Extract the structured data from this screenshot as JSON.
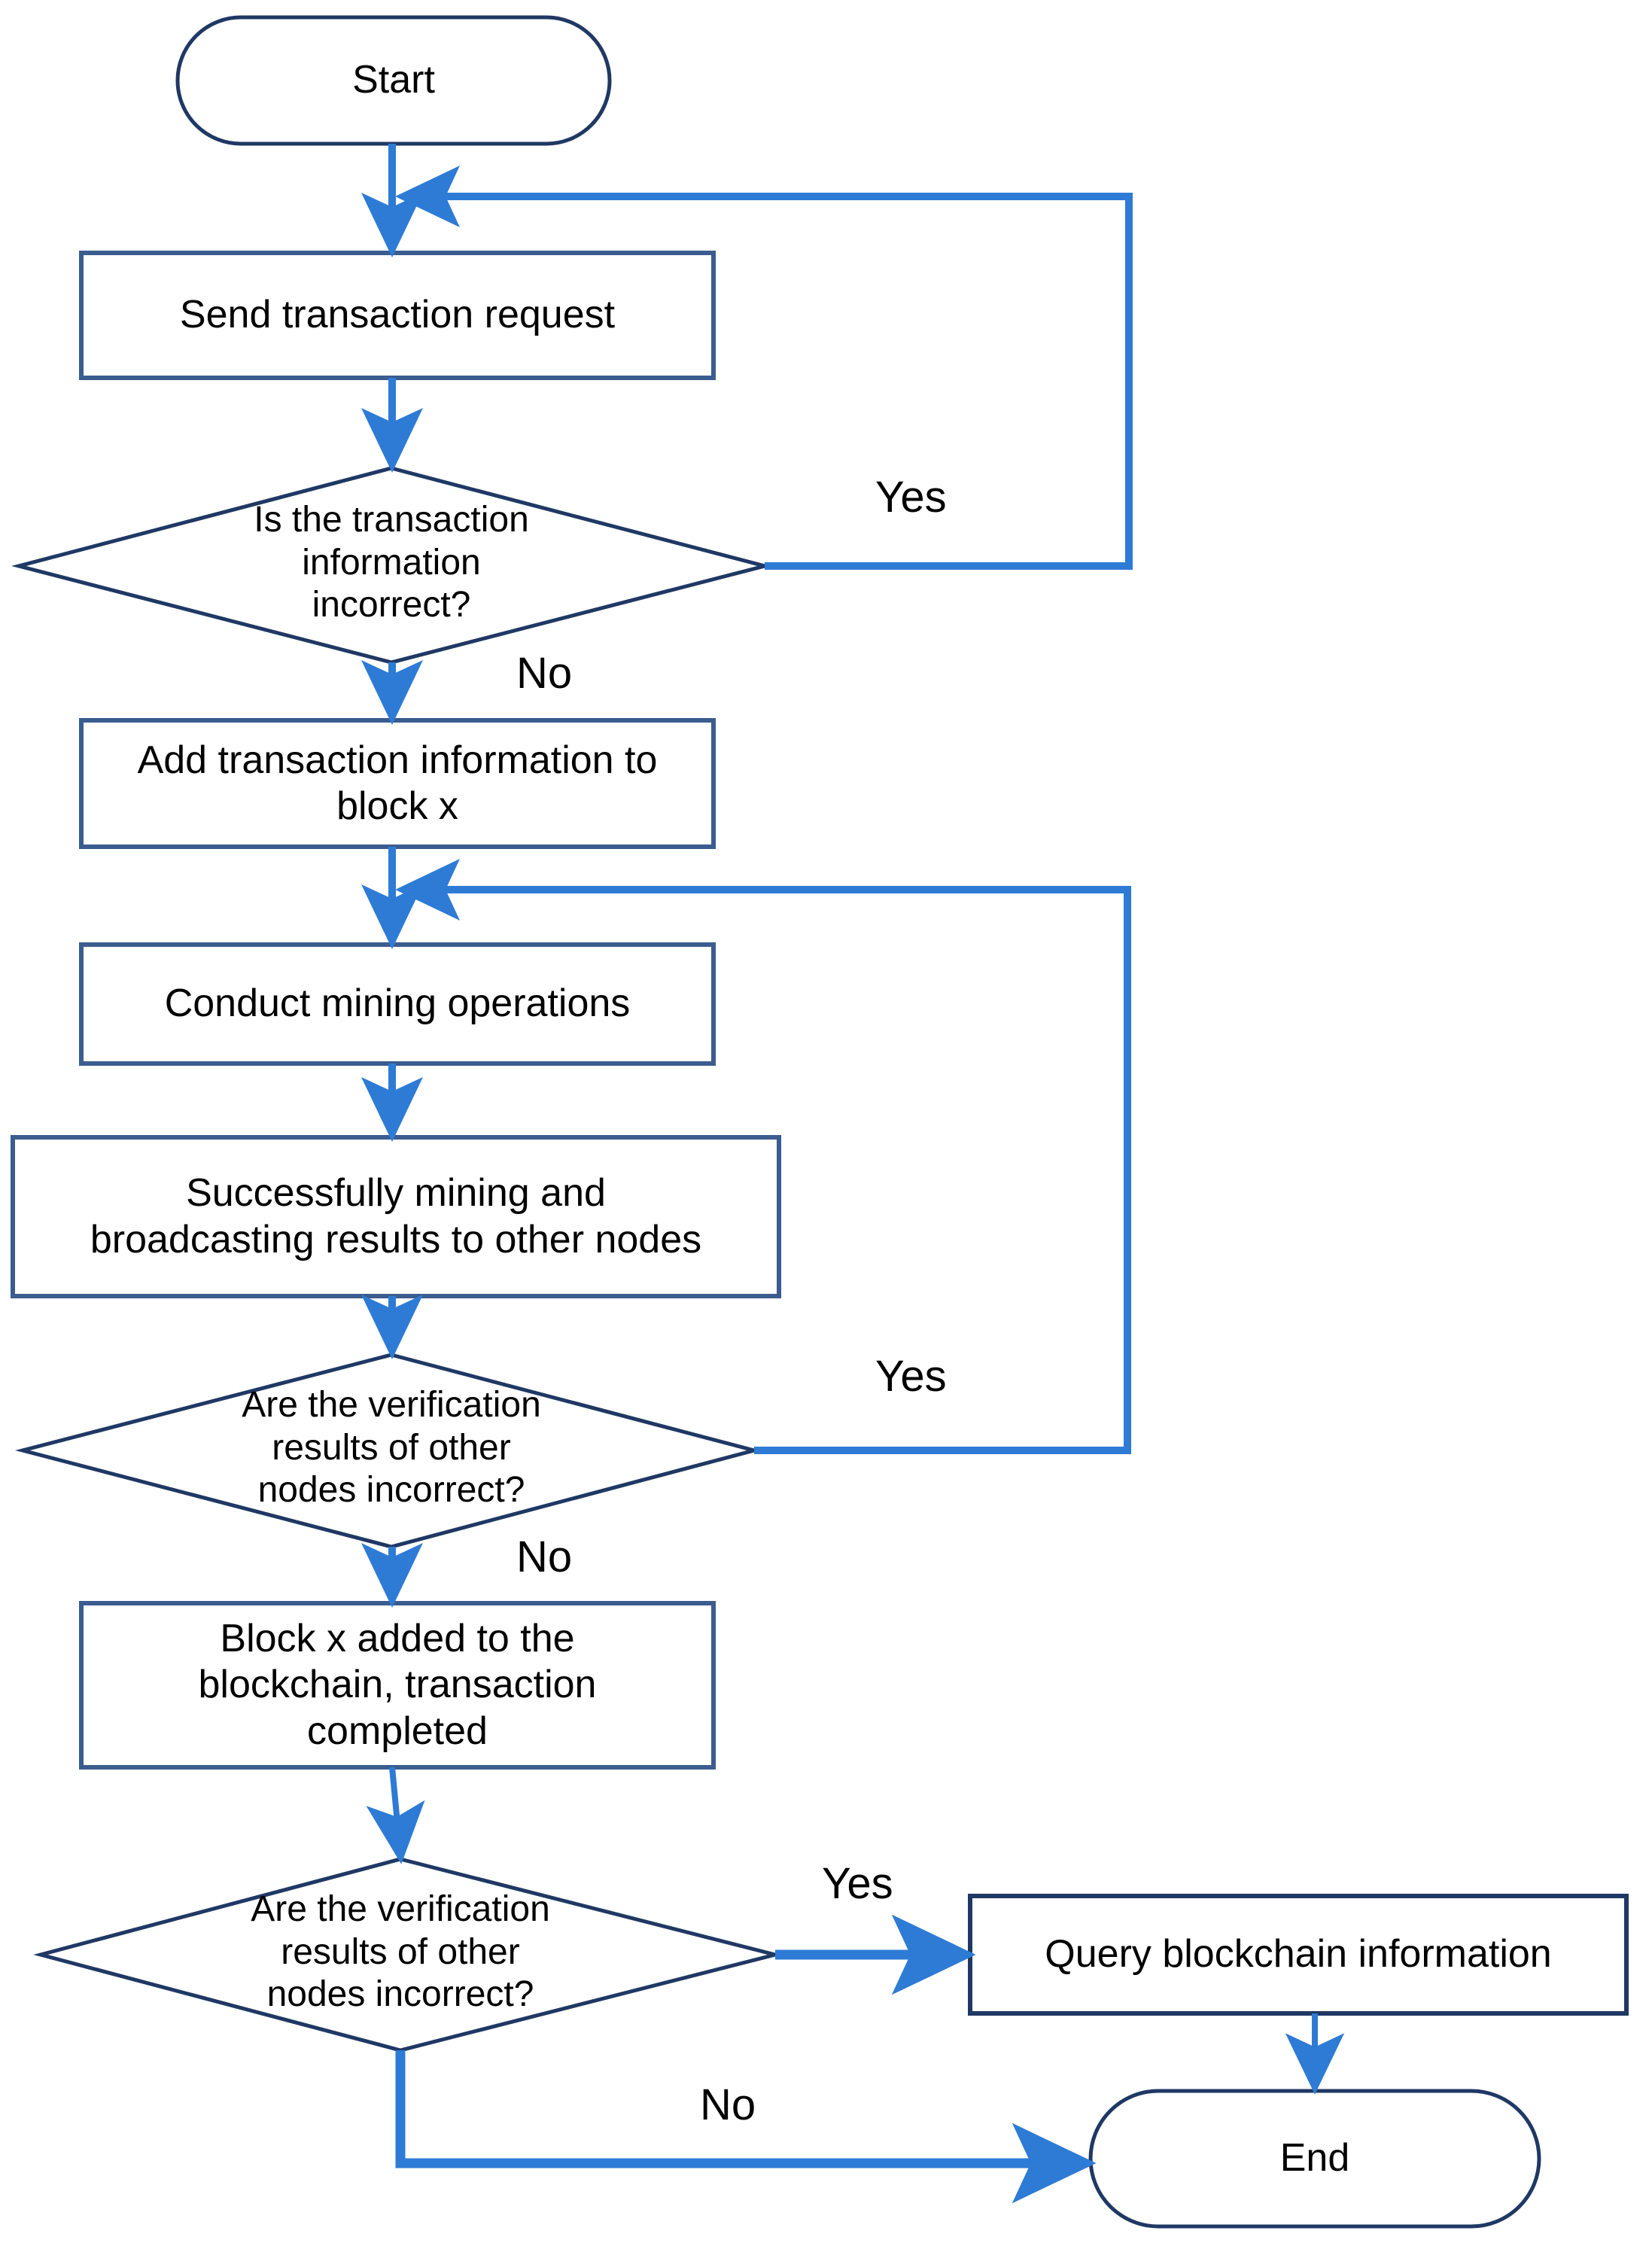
{
  "diagram": {
    "title": "Blockchain transaction flowchart",
    "colors": {
      "arrow_blue": "#2E7BD6",
      "shape_outline_navy": "#1F3864",
      "shape_outline_steel": "#4C6FA5",
      "shape_fill": "#FFFFFF",
      "text": "#000000"
    },
    "nodes": [
      {
        "id": "start",
        "type": "terminator",
        "label": "Start"
      },
      {
        "id": "send_request",
        "type": "process",
        "label": "Send transaction request"
      },
      {
        "id": "decision_tx",
        "type": "decision",
        "label": "Is the transaction\ninformation\nincorrect?"
      },
      {
        "id": "add_to_block",
        "type": "process",
        "label": "Add transaction information to\nblock x"
      },
      {
        "id": "mining",
        "type": "process",
        "label": "Conduct mining operations"
      },
      {
        "id": "broadcast",
        "type": "process",
        "label": "Successfully mining and\nbroadcasting results to other nodes"
      },
      {
        "id": "decision_ver1",
        "type": "decision",
        "label": "Are the verification\nresults of other\nnodes incorrect?"
      },
      {
        "id": "block_added",
        "type": "process",
        "label": "Block x added to the\nblockchain, transaction\ncompleted"
      },
      {
        "id": "decision_ver2",
        "type": "decision",
        "label": "Are the verification\nresults of other\nnodes incorrect?"
      },
      {
        "id": "query",
        "type": "process",
        "label": "Query blockchain information"
      },
      {
        "id": "end",
        "type": "terminator",
        "label": "End"
      }
    ],
    "edge_labels": [
      {
        "id": "yes_tx",
        "label": "Yes"
      },
      {
        "id": "no_tx",
        "label": "No"
      },
      {
        "id": "yes_ver1",
        "label": "Yes"
      },
      {
        "id": "no_ver1",
        "label": "No"
      },
      {
        "id": "yes_ver2",
        "label": "Yes"
      },
      {
        "id": "no_ver2",
        "label": "No"
      }
    ]
  }
}
